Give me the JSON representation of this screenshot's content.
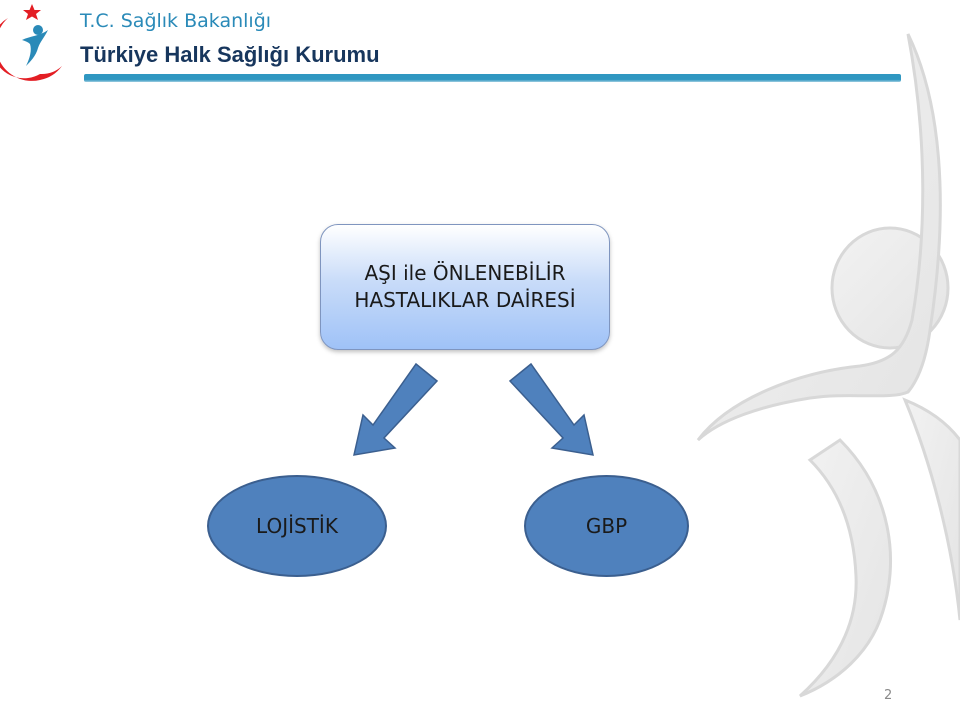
{
  "header": {
    "ministry": "T.C. Sağlık Bakanlığı",
    "institution": "Türkiye Halk Sağlığı Kurumu"
  },
  "diagram": {
    "top_box": {
      "line1": "AŞI ile ÖNLENEBİLİR",
      "line2": "HASTALIKLAR DAİRESİ"
    },
    "children": [
      {
        "label": "LOJİSTİK"
      },
      {
        "label": "GBP"
      }
    ]
  },
  "footer": {
    "page_number": "2"
  },
  "colors": {
    "accent_blue": "#2f97c1",
    "title_navy": "#17365d",
    "ellipse_fill": "#4f81bd",
    "arrow_fill": "#4f81bd",
    "logo_red": "#e31e24"
  },
  "icons": {
    "logo": "ministry-of-health-logo",
    "watermark": "human-figure-watermark"
  }
}
